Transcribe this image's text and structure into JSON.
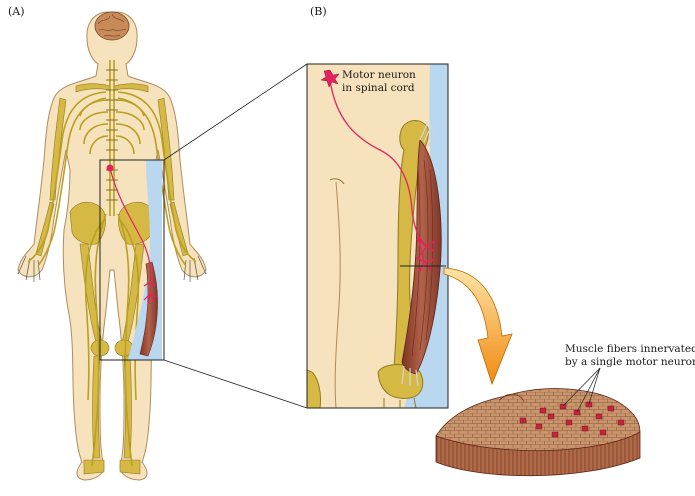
{
  "panels": {
    "a_label": "(A)",
    "b_label": "(B)"
  },
  "labels": {
    "motor_neuron_line1": "Motor neuron",
    "motor_neuron_line2": "in spinal cord",
    "muscle_fibers_line1": "Muscle fibers innervated",
    "muscle_fibers_line2": "by a single motor neuron"
  },
  "colors": {
    "skin": "#f6e2bd",
    "skin_outline": "#b08b5c",
    "bone": "#d6b845",
    "nerve": "#b8a11e",
    "neuron": "#e0245e",
    "muscle": "#a2543c",
    "inset_blue": "#b9d7ef",
    "arrow": "#f39a1e"
  },
  "icons": [
    "brain-icon",
    "arrow-icon"
  ]
}
